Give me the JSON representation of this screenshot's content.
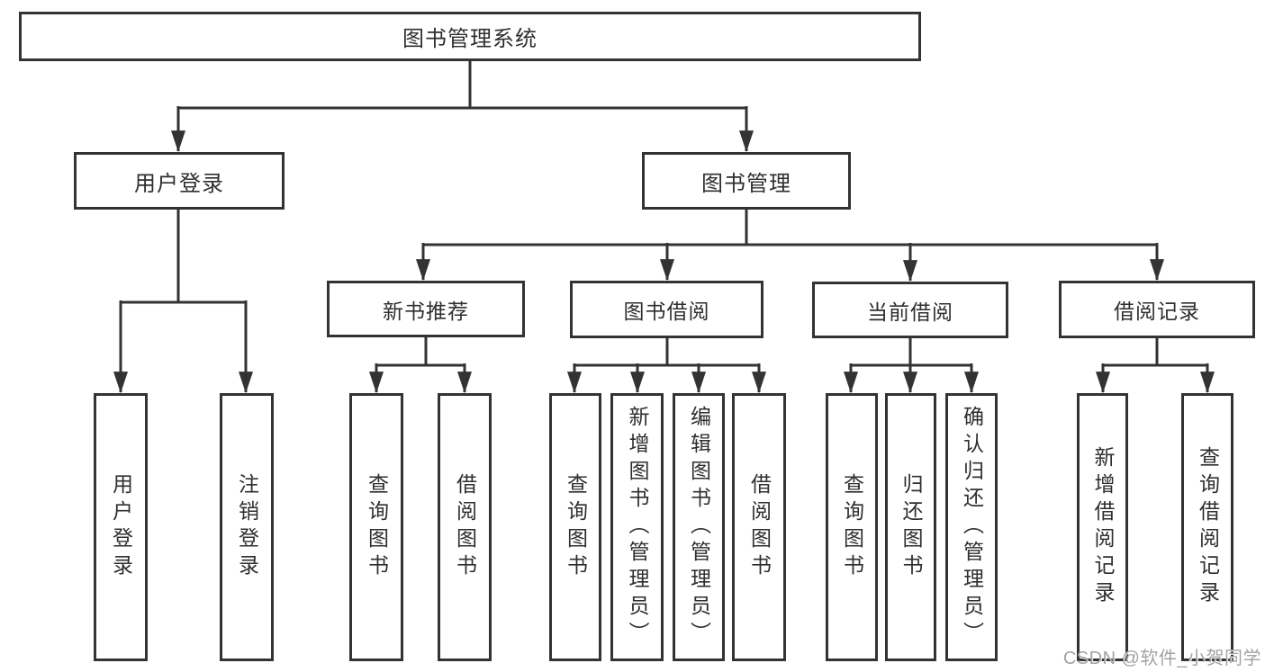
{
  "tree": {
    "root": {
      "label": "图书管理系统"
    },
    "login": {
      "label": "用户登录",
      "children": [
        {
          "label": "用户登录"
        },
        {
          "label": "注销登录"
        }
      ]
    },
    "management": {
      "label": "图书管理",
      "sections": [
        {
          "label": "新书推荐",
          "children": [
            {
              "label": "查询图书"
            },
            {
              "label": "借阅图书"
            }
          ]
        },
        {
          "label": "图书借阅",
          "children": [
            {
              "label": "查询图书"
            },
            {
              "label": "新增图书（管理员）"
            },
            {
              "label": "编辑图书（管理员）"
            },
            {
              "label": "借阅图书"
            }
          ]
        },
        {
          "label": "当前借阅",
          "children": [
            {
              "label": "查询图书"
            },
            {
              "label": "归还图书"
            },
            {
              "label": "确认归还（管理员）"
            }
          ]
        },
        {
          "label": "借阅记录",
          "children": [
            {
              "label": "新增借阅记录"
            },
            {
              "label": "查询借阅记录"
            }
          ]
        }
      ]
    }
  },
  "watermark": {
    "text": "CSDN @软件_小贺同学"
  },
  "colors": {
    "line": "#333333",
    "text": "#2f2f2f",
    "box_background": "#ffffff",
    "watermark": "#a3a3a3"
  }
}
